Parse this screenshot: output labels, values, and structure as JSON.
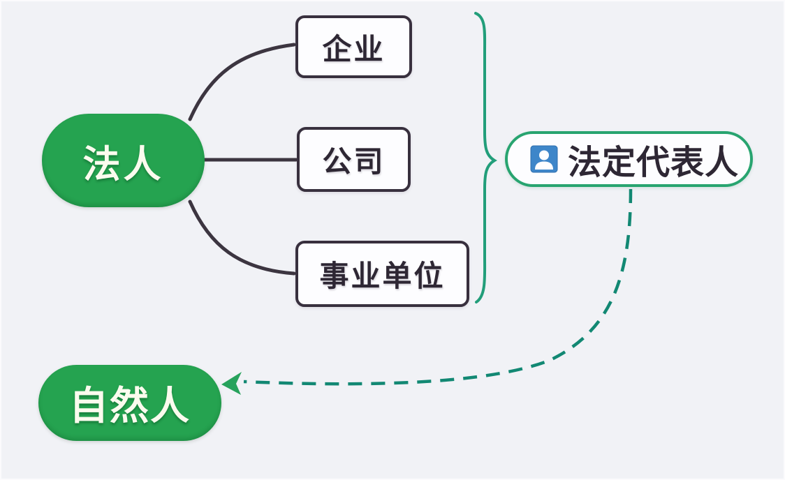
{
  "diagram": {
    "type": "mindmap",
    "root": {
      "label": "法人"
    },
    "branches": [
      {
        "label": "企业"
      },
      {
        "label": "公司"
      },
      {
        "label": "事业单位"
      }
    ],
    "summary": {
      "label": "法定代表人",
      "icon": "person-icon"
    },
    "related": {
      "label": "自然人"
    },
    "relations": [
      {
        "from": "法人",
        "to": [
          "企业",
          "公司",
          "事业单位"
        ],
        "style": "solid-curve"
      },
      {
        "from": [
          "企业",
          "公司",
          "事业单位"
        ],
        "to": "法定代表人",
        "style": "curly-brace"
      },
      {
        "from": "法定代表人",
        "to": "自然人",
        "style": "dashed-arrow"
      }
    ]
  },
  "colors": {
    "background": "#f1f2f6",
    "green": "#25a350",
    "text_white": "#fbfbee",
    "text_dark": "#2e2734",
    "box_fill": "#fdfdff",
    "box_border": "#38303e",
    "link_dark": "#3c3540",
    "teal_brace": "#229e7a",
    "teal_dash": "#128873",
    "arrow_green": "#27a25c",
    "summary_border": "#28a470",
    "icon_blue": "#3e86c9"
  }
}
